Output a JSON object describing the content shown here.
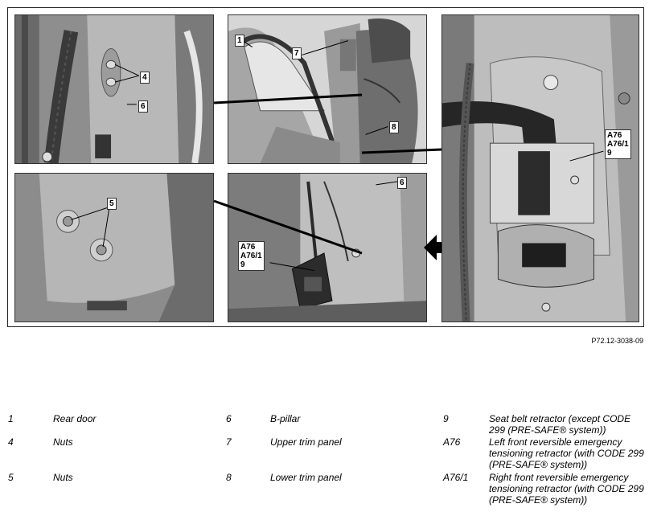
{
  "figure": {
    "reference_code": "P72.12-3038-09",
    "callouts": {
      "p1_four": "4",
      "p1_six": "6",
      "p2_one": "1",
      "p2_seven": "7",
      "p2_eight": "8",
      "p3_labels": "A76\nA76/1\n9",
      "p4_five": "5",
      "p5_six": "6",
      "p5_labels": "A76\nA76/1\n9"
    },
    "icons": {
      "direction_arrow": "arrow-left-icon"
    }
  },
  "legend": [
    {
      "number": "1",
      "description": "Rear door"
    },
    {
      "number": "4",
      "description": "Nuts"
    },
    {
      "number": "5",
      "description": "Nuts"
    },
    {
      "number": "6",
      "description": "B-pillar"
    },
    {
      "number": "7",
      "description": "Upper trim panel"
    },
    {
      "number": "8",
      "description": "Lower trim panel"
    },
    {
      "number": "9",
      "description": "Seat belt retractor (except CODE 299 (PRE-SAFE® system))"
    },
    {
      "number": "A76",
      "description": "Left front reversible emergency tensioning retractor (with CODE 299 (PRE-SAFE® system))"
    },
    {
      "number": "A76/1",
      "description": "Right front reversible emergency tensioning retractor (with CODE 299 (PRE-SAFE® system))"
    }
  ]
}
